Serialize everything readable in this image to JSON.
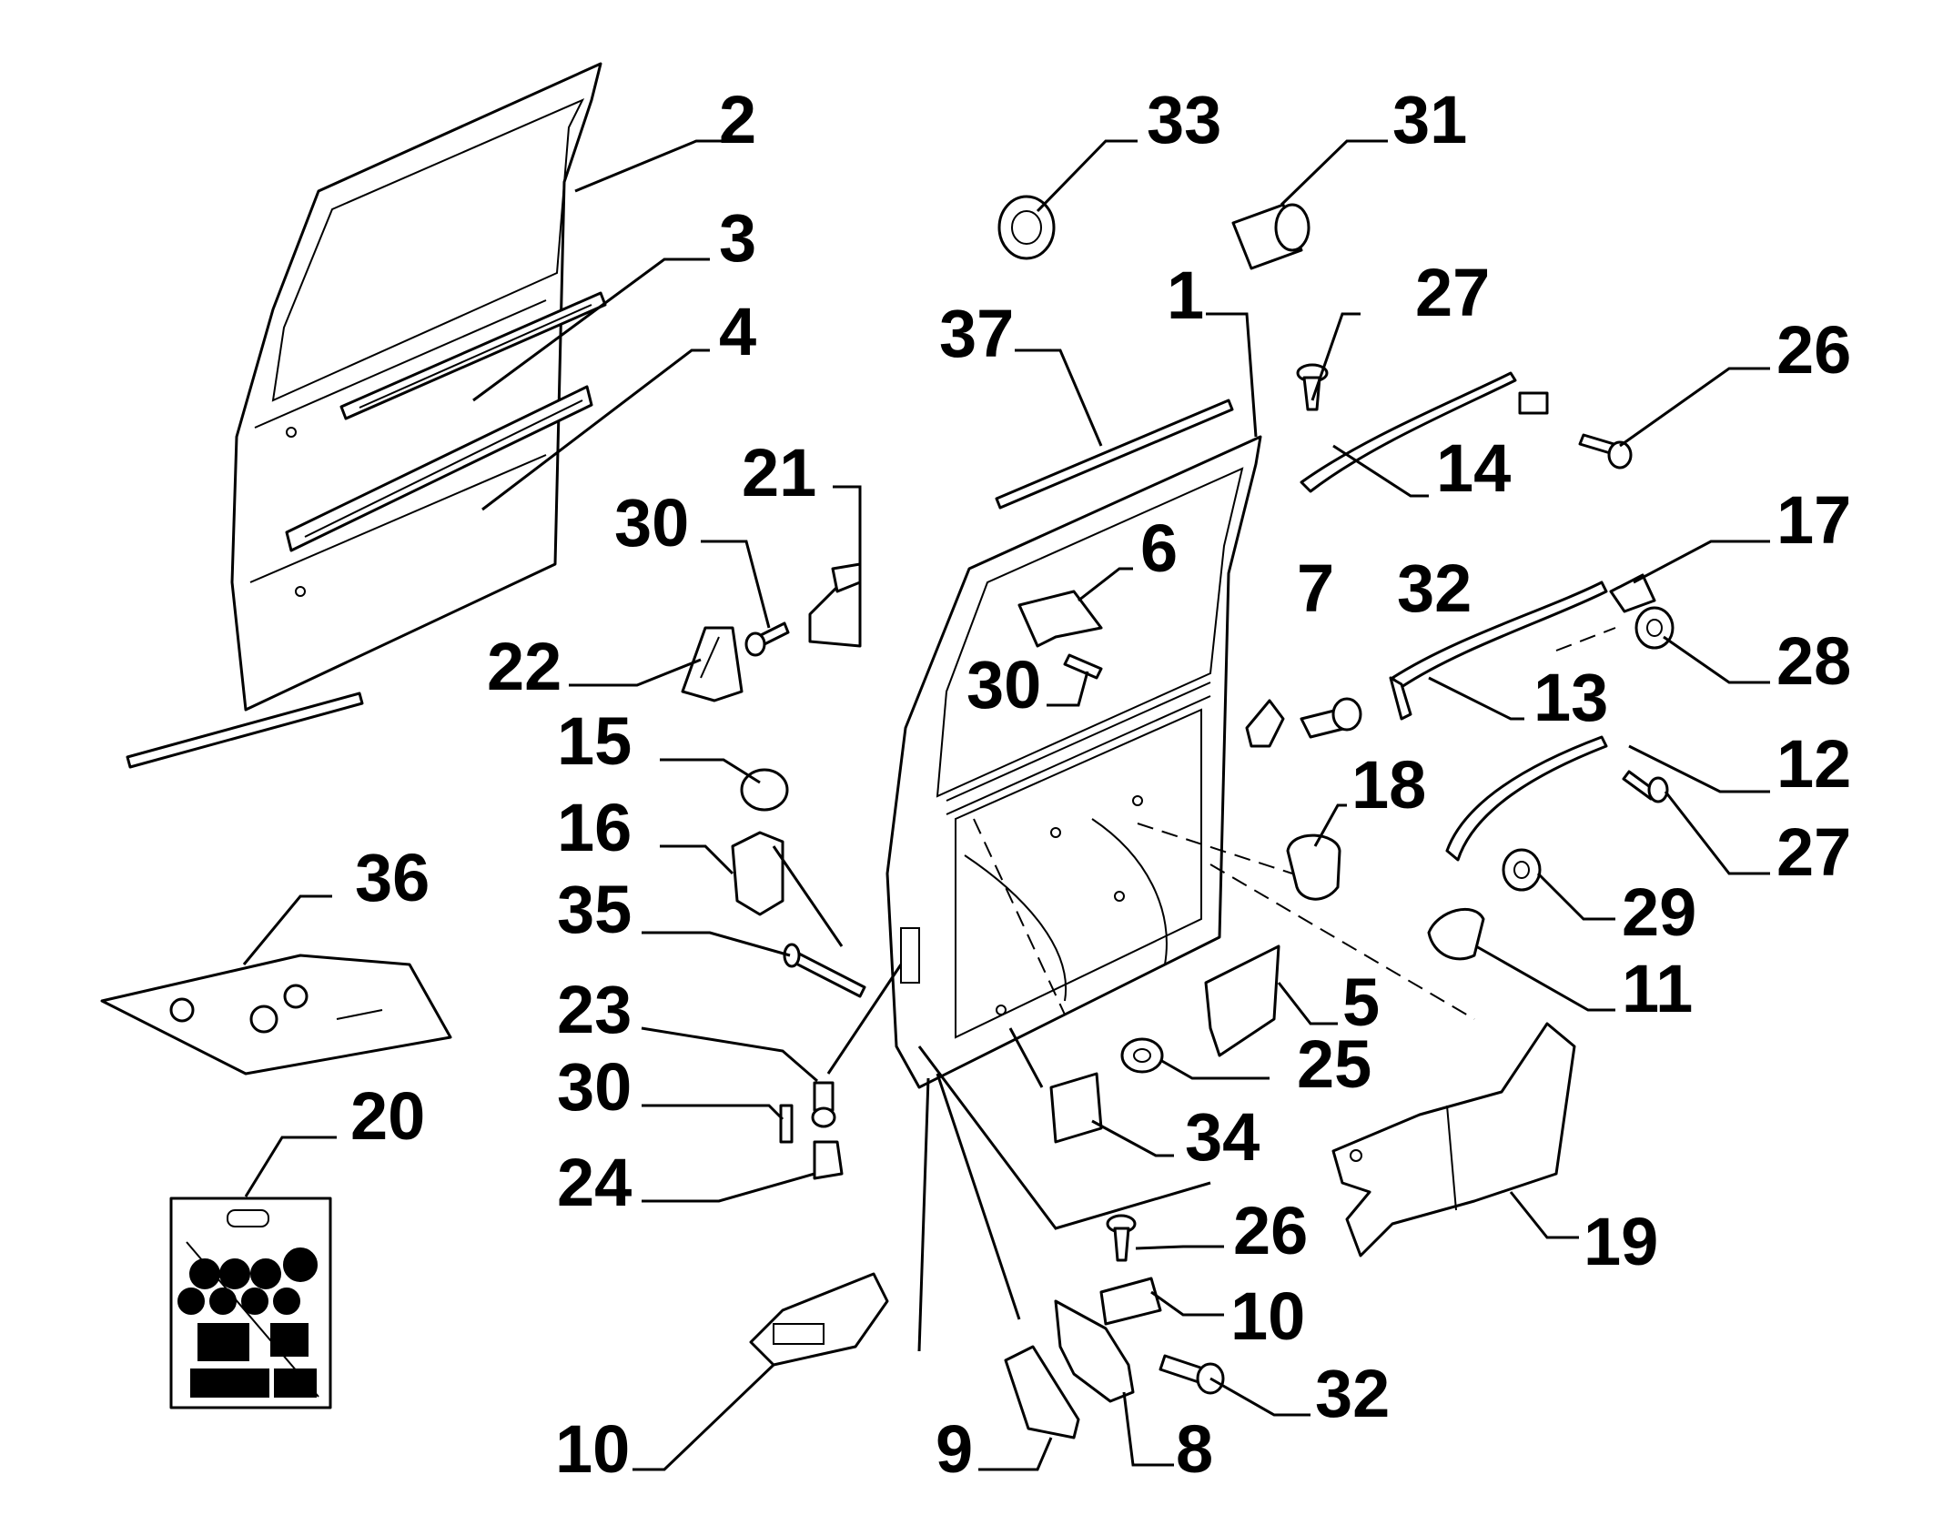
{
  "diagram": {
    "callouts": [
      {
        "id": "c1",
        "label": "1"
      },
      {
        "id": "c2",
        "label": "2"
      },
      {
        "id": "c3",
        "label": "3"
      },
      {
        "id": "c4",
        "label": "4"
      },
      {
        "id": "c5",
        "label": "5"
      },
      {
        "id": "c6",
        "label": "6"
      },
      {
        "id": "c7",
        "label": "7"
      },
      {
        "id": "c8",
        "label": "8"
      },
      {
        "id": "c9",
        "label": "9"
      },
      {
        "id": "c10a",
        "label": "10"
      },
      {
        "id": "c10b",
        "label": "10"
      },
      {
        "id": "c11",
        "label": "11"
      },
      {
        "id": "c12",
        "label": "12"
      },
      {
        "id": "c13",
        "label": "13"
      },
      {
        "id": "c14",
        "label": "14"
      },
      {
        "id": "c15",
        "label": "15"
      },
      {
        "id": "c16",
        "label": "16"
      },
      {
        "id": "c17",
        "label": "17"
      },
      {
        "id": "c18",
        "label": "18"
      },
      {
        "id": "c19",
        "label": "19"
      },
      {
        "id": "c20",
        "label": "20"
      },
      {
        "id": "c21",
        "label": "21"
      },
      {
        "id": "c22",
        "label": "22"
      },
      {
        "id": "c23",
        "label": "23"
      },
      {
        "id": "c24",
        "label": "24"
      },
      {
        "id": "c25",
        "label": "25"
      },
      {
        "id": "c26a",
        "label": "26"
      },
      {
        "id": "c26b",
        "label": "26"
      },
      {
        "id": "c27a",
        "label": "27"
      },
      {
        "id": "c27b",
        "label": "27"
      },
      {
        "id": "c28",
        "label": "28"
      },
      {
        "id": "c29",
        "label": "29"
      },
      {
        "id": "c30a",
        "label": "30"
      },
      {
        "id": "c30b",
        "label": "30"
      },
      {
        "id": "c30c",
        "label": "30"
      },
      {
        "id": "c31",
        "label": "31"
      },
      {
        "id": "c32a",
        "label": "32"
      },
      {
        "id": "c32b",
        "label": "32"
      },
      {
        "id": "c33",
        "label": "33"
      },
      {
        "id": "c34",
        "label": "34"
      },
      {
        "id": "c35",
        "label": "35"
      },
      {
        "id": "c36",
        "label": "36"
      },
      {
        "id": "c37",
        "label": "37"
      }
    ]
  }
}
